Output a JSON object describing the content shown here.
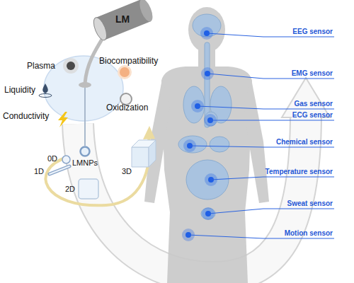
{
  "diagram": {
    "nodes": [
      {
        "text": [
          "LM"
        ]
      },
      {
        "text": [
          "LMNPs"
        ]
      },
      {
        "text": [
          "0D"
        ]
      },
      {
        "text": [
          "1D"
        ]
      },
      {
        "text": [
          "2D"
        ]
      },
      {
        "text": [
          "3D"
        ]
      }
    ],
    "labels": [
      "Plasma",
      "Biocompatibility",
      "Liquidity",
      "Conductivity",
      "Oxidization",
      "EEG sensor",
      "EMG sensor",
      "Gas sensor",
      "ECG sensor",
      "Chemical sensor",
      "Temperature sensor",
      "Sweat sensor",
      "Motion sensor"
    ]
  }
}
